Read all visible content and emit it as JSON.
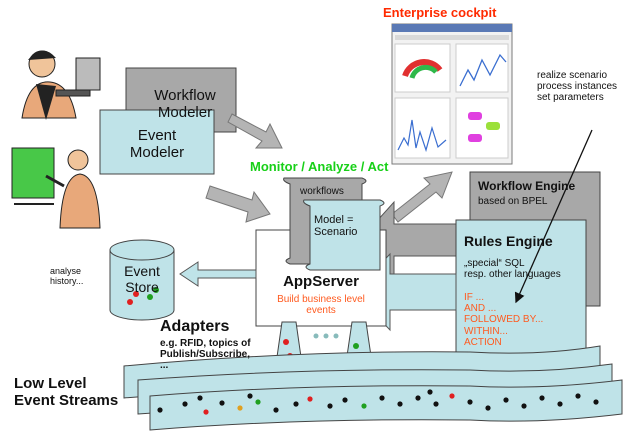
{
  "cockpit": {
    "title": "Enterprise cockpit",
    "title_color": "#ff2a00"
  },
  "note": {
    "lines": [
      "realize scenario",
      "process instances",
      "set parameters"
    ]
  },
  "workflow_modeler": {
    "label": "Workflow\nModeler"
  },
  "event_modeler": {
    "label": "Event\nModeler"
  },
  "monitor": {
    "label": "Monitor / Analyze / Act",
    "color": "#18d018"
  },
  "workflows": {
    "label": "workflows"
  },
  "model": {
    "label": "Model =\nScenario"
  },
  "appserver": {
    "title": "AppServer",
    "subtitle": "Build business level\nevents",
    "subtitle_color": "#ff5a1f"
  },
  "workflow_engine": {
    "title": "Workflow Engine",
    "subtitle": "based on BPEL"
  },
  "rules_engine": {
    "title": "Rules Engine",
    "subtitle": "„special“ SQL\nresp. other languages",
    "rules": "IF ...\nAND ...\nFOLLOWED BY...\nWITHIN...\nACTION",
    "rules_color": "#ff5a1f"
  },
  "event_store": {
    "label": "Event\nStore"
  },
  "analyse": {
    "label": "analyse\nhistory..."
  },
  "adapters": {
    "title": "Adapters",
    "subtitle": "e.g. RFID, topics of\nPublish/Subscribe,\n..."
  },
  "streams": {
    "label": "Low Level\nEvent Streams"
  },
  "colors": {
    "teal_box": "#bfe3e8",
    "gray_box": "#a8a8a8",
    "arrow_gray": "#b4b4b4",
    "red": "#e02020",
    "green": "#20a020",
    "amber": "#e0a020"
  }
}
